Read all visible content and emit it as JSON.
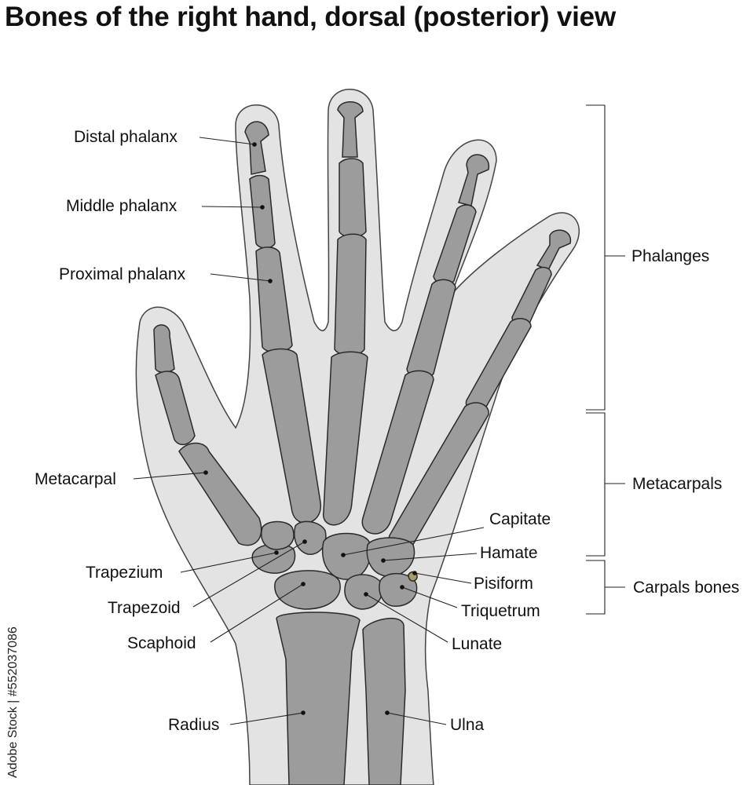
{
  "title": "Bones of the right hand, dorsal (posterior) view",
  "labels": {
    "distal_phalanx": "Distal phalanx",
    "middle_phalanx": "Middle phalanx",
    "proximal_phalanx": "Proximal phalanx",
    "metacarpal": "Metacarpal",
    "trapezium": "Trapezium",
    "trapezoid": "Trapezoid",
    "scaphoid": "Scaphoid",
    "radius": "Radius",
    "capitate": "Capitate",
    "hamate": "Hamate",
    "pisiform": "Pisiform",
    "triquetrum": "Triquetrum",
    "lunate": "Lunate",
    "ulna": "Ulna"
  },
  "groups": {
    "phalanges": "Phalanges",
    "metacarpals": "Metacarpals",
    "carpals": "Carpals bones"
  },
  "watermark": "Adobe Stock | #552037086",
  "colors": {
    "skin": "#e3e3e3",
    "bone": "#9c9c9c",
    "outline": "#2a2a2a"
  }
}
